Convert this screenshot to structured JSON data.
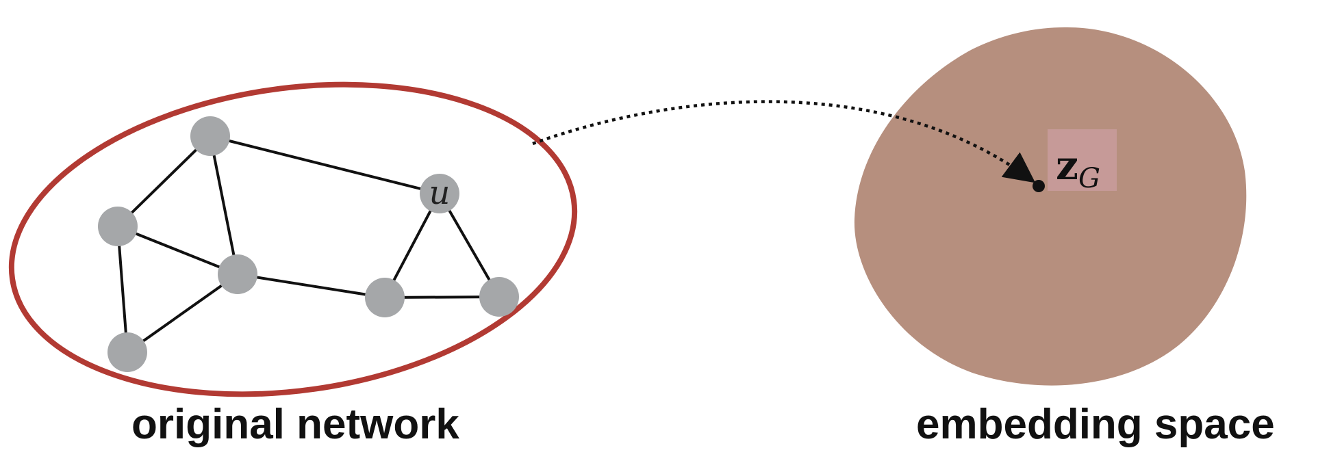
{
  "graph": {
    "node_label": "u",
    "node_count": 7,
    "edge_count": 10
  },
  "embedding": {
    "vector_symbol": "z",
    "vector_subscript": "G"
  },
  "captions": {
    "left": "original network",
    "right": "embedding space"
  },
  "colors": {
    "network_outline": "#b23a33",
    "node_fill": "#a5a7a9",
    "edge": "#111111",
    "embedding_blob": "#b68f7e",
    "label_box": "#c69a98",
    "arrow": "#111111"
  }
}
